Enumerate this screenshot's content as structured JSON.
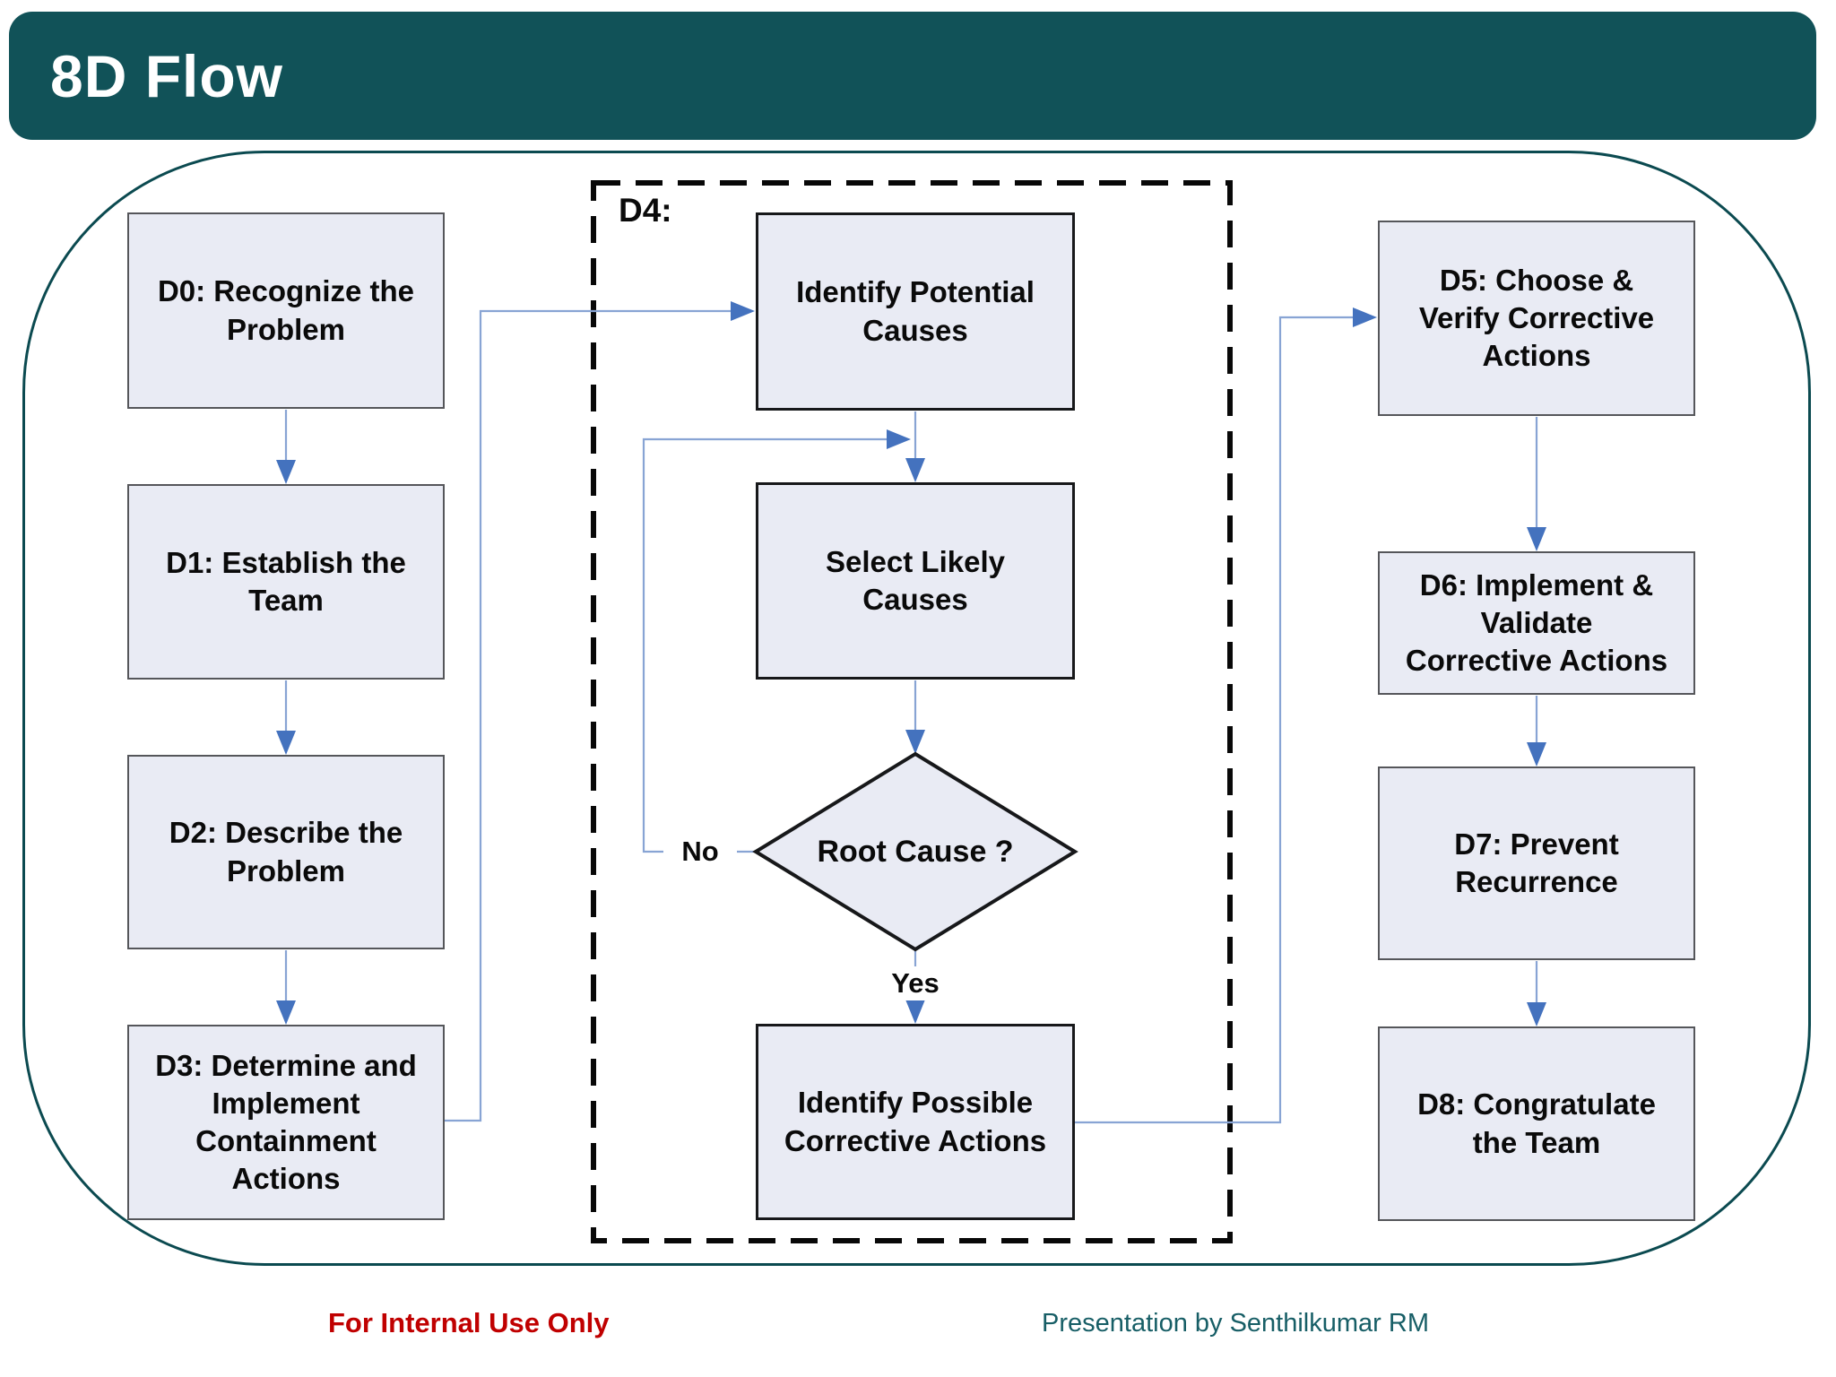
{
  "title": "8D Flow",
  "colors": {
    "teal_header": "#115258",
    "teal_border": "#0B4A50",
    "teal_footer": "#175E66",
    "box_fill": "#E9EBF4",
    "box_border": "#55565A",
    "heavy_border": "#17181A",
    "arrow_line": "#88A4D4",
    "arrow_head": "#4472BE",
    "dash_color": "#080808",
    "red_note": "#C00000",
    "text_color": "#0A0A0A"
  },
  "d4_group": {
    "label": "D4:"
  },
  "nodes": {
    "d0": {
      "label": [
        "D0: Recognize the",
        "Problem"
      ]
    },
    "d1": {
      "label": [
        "D1: Establish the",
        "Team"
      ]
    },
    "d2": {
      "label": [
        "D2: Describe the",
        "Problem"
      ]
    },
    "d3": {
      "label": [
        "D3: Determine and",
        "Implement",
        "Containment",
        "Actions"
      ]
    },
    "identify_potential": {
      "label": [
        "Identify Potential",
        "Causes"
      ]
    },
    "select_likely": {
      "label": [
        "Select Likely",
        "Causes"
      ]
    },
    "root_cause": {
      "label": "Root Cause ?"
    },
    "identify_possible": {
      "label": [
        "Identify Possible",
        "Corrective Actions"
      ]
    },
    "d5": {
      "label": [
        "D5: Choose &",
        "Verify Corrective",
        "Actions"
      ]
    },
    "d6": {
      "label": [
        "D6: Implement &",
        "Validate",
        "Corrective Actions"
      ]
    },
    "d7": {
      "label": [
        "D7: Prevent",
        "Recurrence"
      ]
    },
    "d8": {
      "label": [
        "D8: Congratulate",
        "the Team"
      ]
    }
  },
  "edge_labels": {
    "no": "No",
    "yes": "Yes"
  },
  "footer": {
    "left": "For Internal Use Only",
    "right": "Presentation by Senthilkumar RM"
  }
}
